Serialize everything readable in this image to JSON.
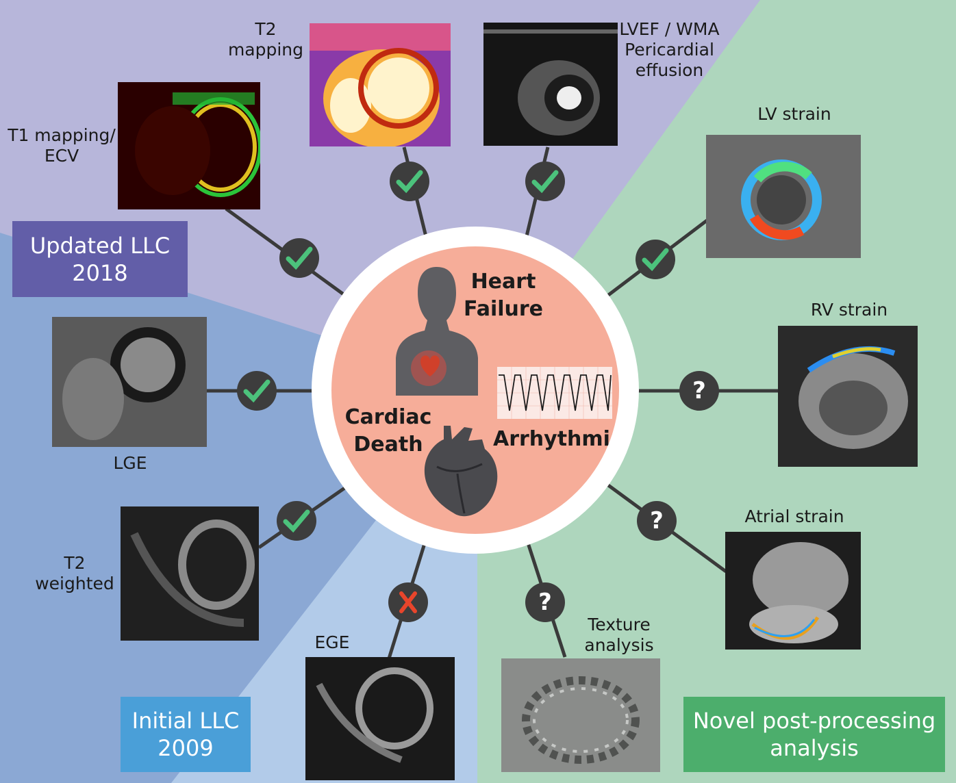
{
  "colors": {
    "purple_zone": "#b7b6da",
    "blue_zone": "#8ba8d4",
    "lightblue_zone": "#b2cbe9",
    "green_zone": "#aed6bd",
    "center_fill": "#f6ad99",
    "badge": "#3d3d3d",
    "check": "#4cc27c",
    "cross": "#e8452b"
  },
  "center": {
    "heart_failure": "Heart\nFailure",
    "cardiac_death": "Cardiac\nDeath",
    "arrhythmia": "Arrhythmia"
  },
  "boxes": {
    "updated": "Updated LLC\n2018",
    "initial": "Initial LLC\n2009",
    "novel": "Novel post-processing\nanalysis"
  },
  "labels": {
    "t1": "T1 mapping/\nECV",
    "t2map": "T2\nmapping",
    "lvef": "LVEF / WMA\nPericardial\neffusion",
    "lv_strain": "LV strain",
    "rv_strain": "RV strain",
    "atrial_strain": "Atrial strain",
    "texture": "Texture\nanalysis",
    "ege": "EGE",
    "t2w": "T2\nweighted",
    "lge": "LGE"
  },
  "status_icons": {
    "t1": "check-icon",
    "t2map": "check-icon",
    "lvef": "check-icon",
    "lv_strain": "check-icon",
    "lge": "check-icon",
    "t2w": "check-icon",
    "ege": "cross-icon",
    "rv_strain": "question-icon",
    "atrial_strain": "question-icon",
    "texture": "question-icon"
  },
  "question_mark": "?"
}
